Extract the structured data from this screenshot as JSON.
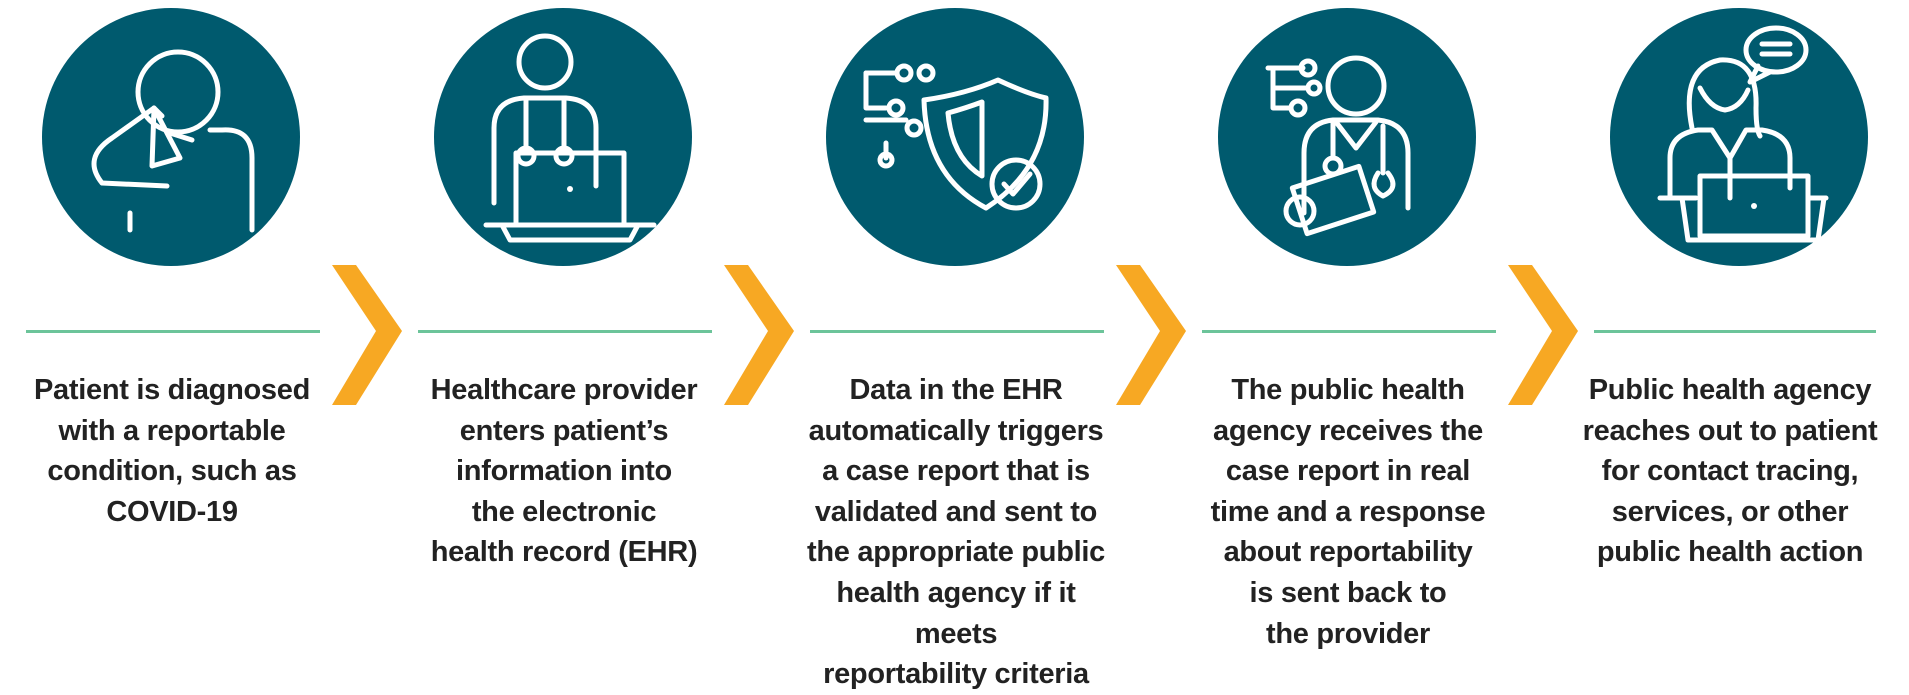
{
  "colors": {
    "circle": "#005a6e",
    "chevron": "#f7a823",
    "rule": "#6cc49a",
    "text": "#222222"
  },
  "steps": [
    {
      "icon": "sick-patient-icon",
      "text": "Patient is diagnosed\nwith a reportable\ncondition, such as\nCOVID-19"
    },
    {
      "icon": "provider-laptop-icon",
      "text": "Healthcare provider\nenters patient’s\ninformation into\nthe electronic\nhealth record (EHR)"
    },
    {
      "icon": "data-shield-check-icon",
      "text": "Data in the EHR\nautomatically triggers\na case report that is\nvalidated and sent to\nthe appropriate public\nhealth agency if it meets\nreportability criteria"
    },
    {
      "icon": "doctor-clipboard-icon",
      "text": "The public health\nagency receives the\ncase report in real\ntime and a response\nabout reportability\nis sent back to\nthe provider"
    },
    {
      "icon": "agent-laptop-chat-icon",
      "text": "Public health agency\nreaches out to patient\nfor contact tracing,\nservices, or other\npublic health action"
    }
  ]
}
